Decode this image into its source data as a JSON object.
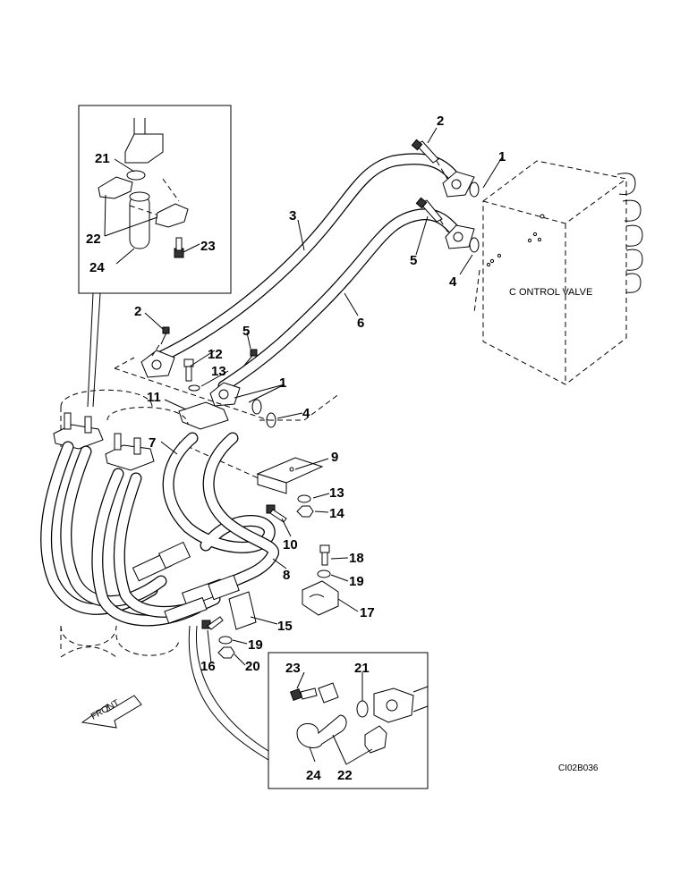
{
  "diagram": {
    "component_label": "C ONTROL VALVE",
    "drawing_code": "CI02B036",
    "front_arrow_label": "FRONT",
    "callouts": [
      {
        "id": "c2a",
        "text": "2"
      },
      {
        "id": "c1a",
        "text": "1"
      },
      {
        "id": "c3",
        "text": "3"
      },
      {
        "id": "c5a",
        "text": "5"
      },
      {
        "id": "c4a",
        "text": "4"
      },
      {
        "id": "c6",
        "text": "6"
      },
      {
        "id": "c2b",
        "text": "2"
      },
      {
        "id": "c5b",
        "text": "5"
      },
      {
        "id": "c12",
        "text": "12"
      },
      {
        "id": "c13a",
        "text": "13"
      },
      {
        "id": "c1b",
        "text": "1"
      },
      {
        "id": "c11",
        "text": "11"
      },
      {
        "id": "c4b",
        "text": "4"
      },
      {
        "id": "c7",
        "text": "7"
      },
      {
        "id": "c9",
        "text": "9"
      },
      {
        "id": "c13b",
        "text": "13"
      },
      {
        "id": "c14",
        "text": "14"
      },
      {
        "id": "c10",
        "text": "10"
      },
      {
        "id": "c18",
        "text": "18"
      },
      {
        "id": "c8",
        "text": "8"
      },
      {
        "id": "c19a",
        "text": "19"
      },
      {
        "id": "c17",
        "text": "17"
      },
      {
        "id": "c15",
        "text": "15"
      },
      {
        "id": "c19b",
        "text": "19"
      },
      {
        "id": "c16",
        "text": "16"
      },
      {
        "id": "c20",
        "text": "20"
      },
      {
        "id": "c21a",
        "text": "21"
      },
      {
        "id": "c22a",
        "text": "22"
      },
      {
        "id": "c23a",
        "text": "23"
      },
      {
        "id": "c24a",
        "text": "24"
      },
      {
        "id": "c23b",
        "text": "23"
      },
      {
        "id": "c21b",
        "text": "21"
      },
      {
        "id": "c24b",
        "text": "24"
      },
      {
        "id": "c22b",
        "text": "22"
      }
    ]
  }
}
